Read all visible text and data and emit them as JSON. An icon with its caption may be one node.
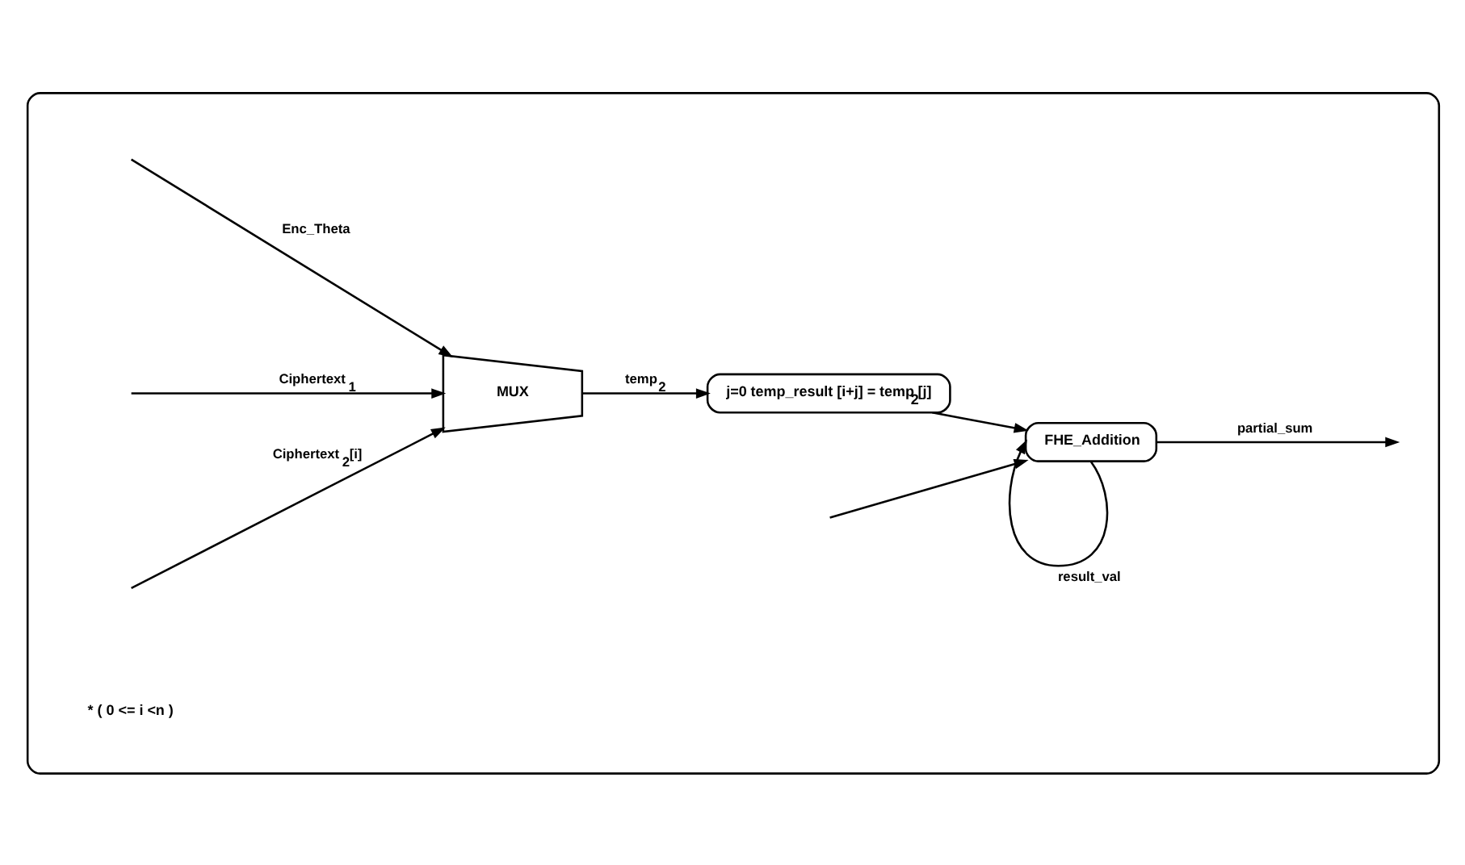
{
  "diagram": {
    "nodes": [
      {
        "text": [],
        "shape": "box"
      },
      {
        "text": [
          "MUX"
        ],
        "in": 0
      },
      {
        "text": [
          "j=0 temp_result [i+j] = temp$_{2}$[j]"
        ],
        "in": 0
      },
      {
        "text": [
          "FHE_Addition"
        ],
        "in": 0
      }
    ],
    "edges": [
      {
        "from": null,
        "to": 1,
        "arrow": "to",
        "label": "Enc_Theta"
      },
      {
        "from": null,
        "to": 1,
        "arrow": "to",
        "label": "Ciphertext$_{2}$[i]"
      },
      {
        "from": null,
        "to": 1,
        "arrow": "to",
        "label": "Ciphertext$_{1}$"
      },
      {
        "from": 1,
        "to": 2,
        "arrow": "to",
        "label": "temp$_{2}$"
      },
      {
        "from": 2,
        "to": 3,
        "arrow": "to"
      },
      {
        "from": 3,
        "to": null,
        "arrow": "to",
        "label": "partial_sum"
      },
      {
        "from": null,
        "to": 3,
        "arrow": "to"
      },
      {
        "from": 3,
        "to": 3,
        "arrow": "to",
        "label": "result_val"
      }
    ],
    "labels": [
      "* ( 0 <= i <n )"
    ]
  }
}
